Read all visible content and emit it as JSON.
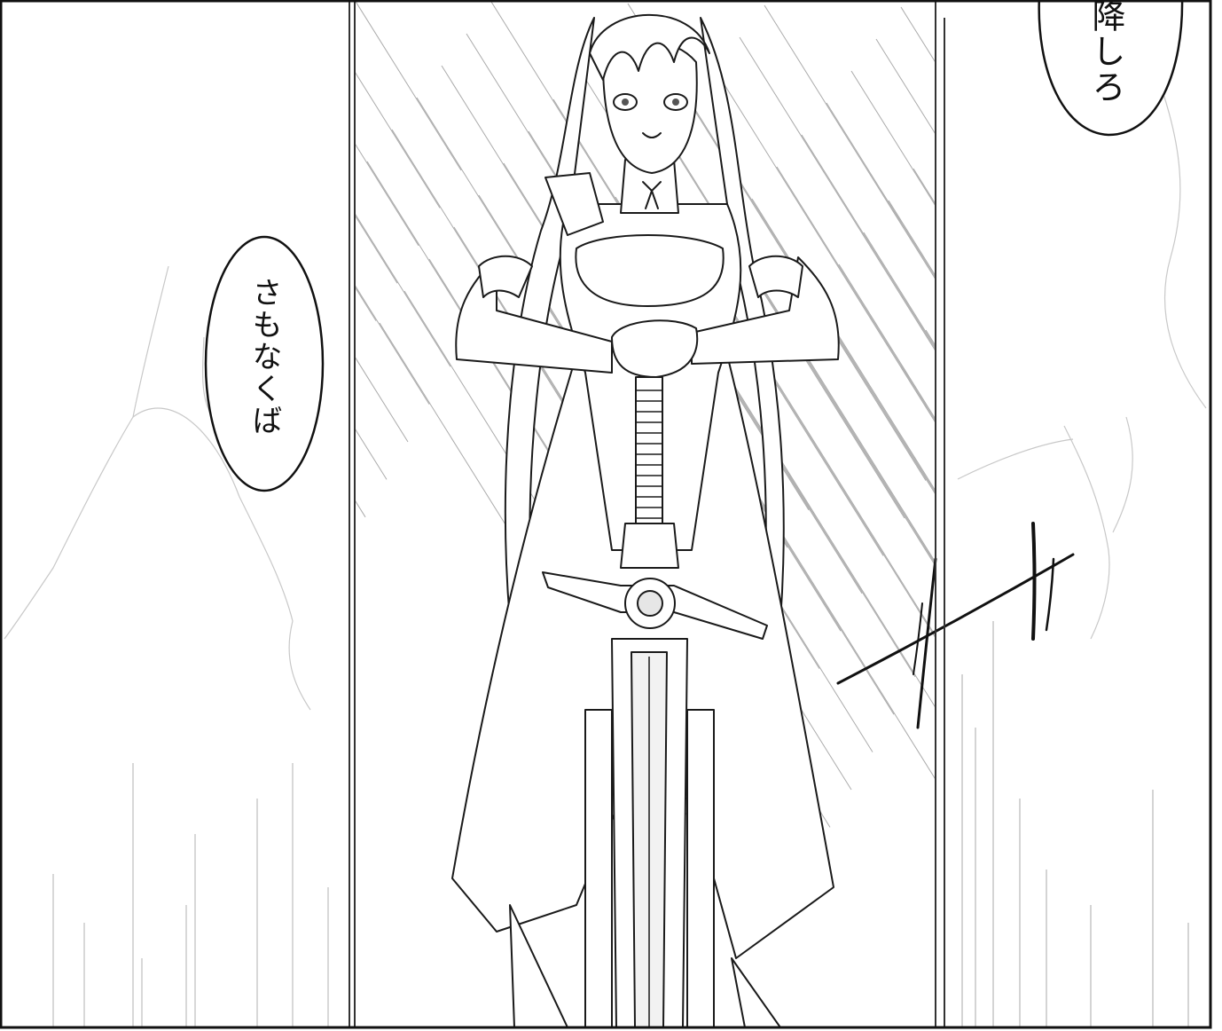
{
  "panel": {
    "balloon_left_text": "さもなくば",
    "balloon_right_text": "降しろ"
  },
  "colors": {
    "ink": "#111111",
    "paper": "#ffffff",
    "tone": "#9a9a9a"
  },
  "icons": {
    "figure": "armored-swordswoman-illustration",
    "weapon": "greatsword-illustration",
    "effect": "speed-lines"
  }
}
